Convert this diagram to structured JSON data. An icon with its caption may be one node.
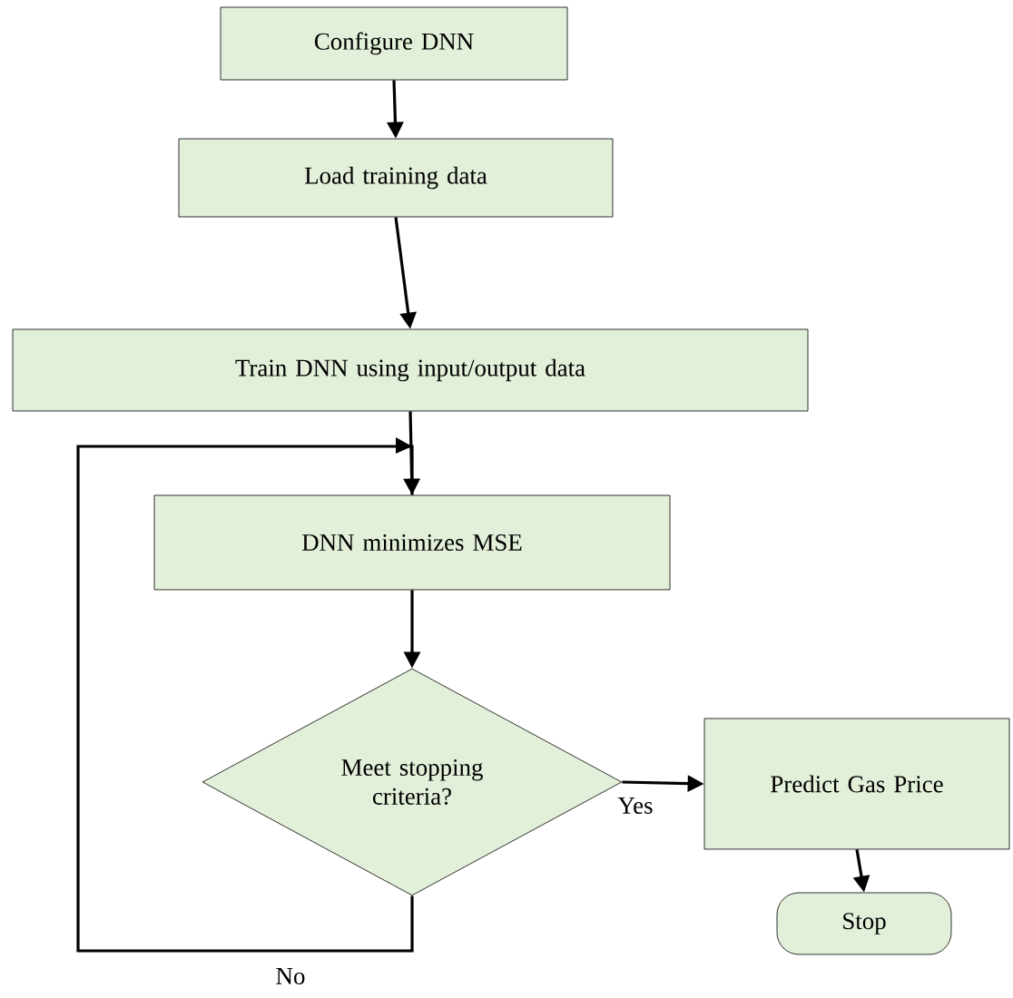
{
  "diagram": {
    "nodes": [
      {
        "text": [
          "Configure DNN"
        ]
      },
      {
        "text": [
          "Load training data"
        ]
      },
      {
        "text": [
          "Train DNN using input/output data"
        ]
      },
      {
        "text": [
          "DNN minimizes MSE"
        ]
      },
      {
        "text": [
          "Meet stopping criteria?"
        ]
      },
      {
        "text": [
          "Predict Gas Price"
        ]
      },
      {
        "text": [
          "Stop"
        ]
      }
    ],
    "edges": [
      {
        "from": 0,
        "to": 1,
        "arrow": "to"
      },
      {
        "from": 1,
        "to": 2,
        "arrow": "to"
      },
      {
        "from": 2,
        "to": 3,
        "arrow": "to"
      },
      {
        "from": 3,
        "to": 4,
        "arrow": "to"
      },
      {
        "from": 4,
        "to": 5,
        "arrow": "to",
        "label": "Yes"
      },
      {
        "from": 5,
        "to": 6,
        "arrow": "to"
      },
      {
        "from": 4,
        "to": 3,
        "arrow": "to",
        "label": "No"
      }
    ]
  }
}
